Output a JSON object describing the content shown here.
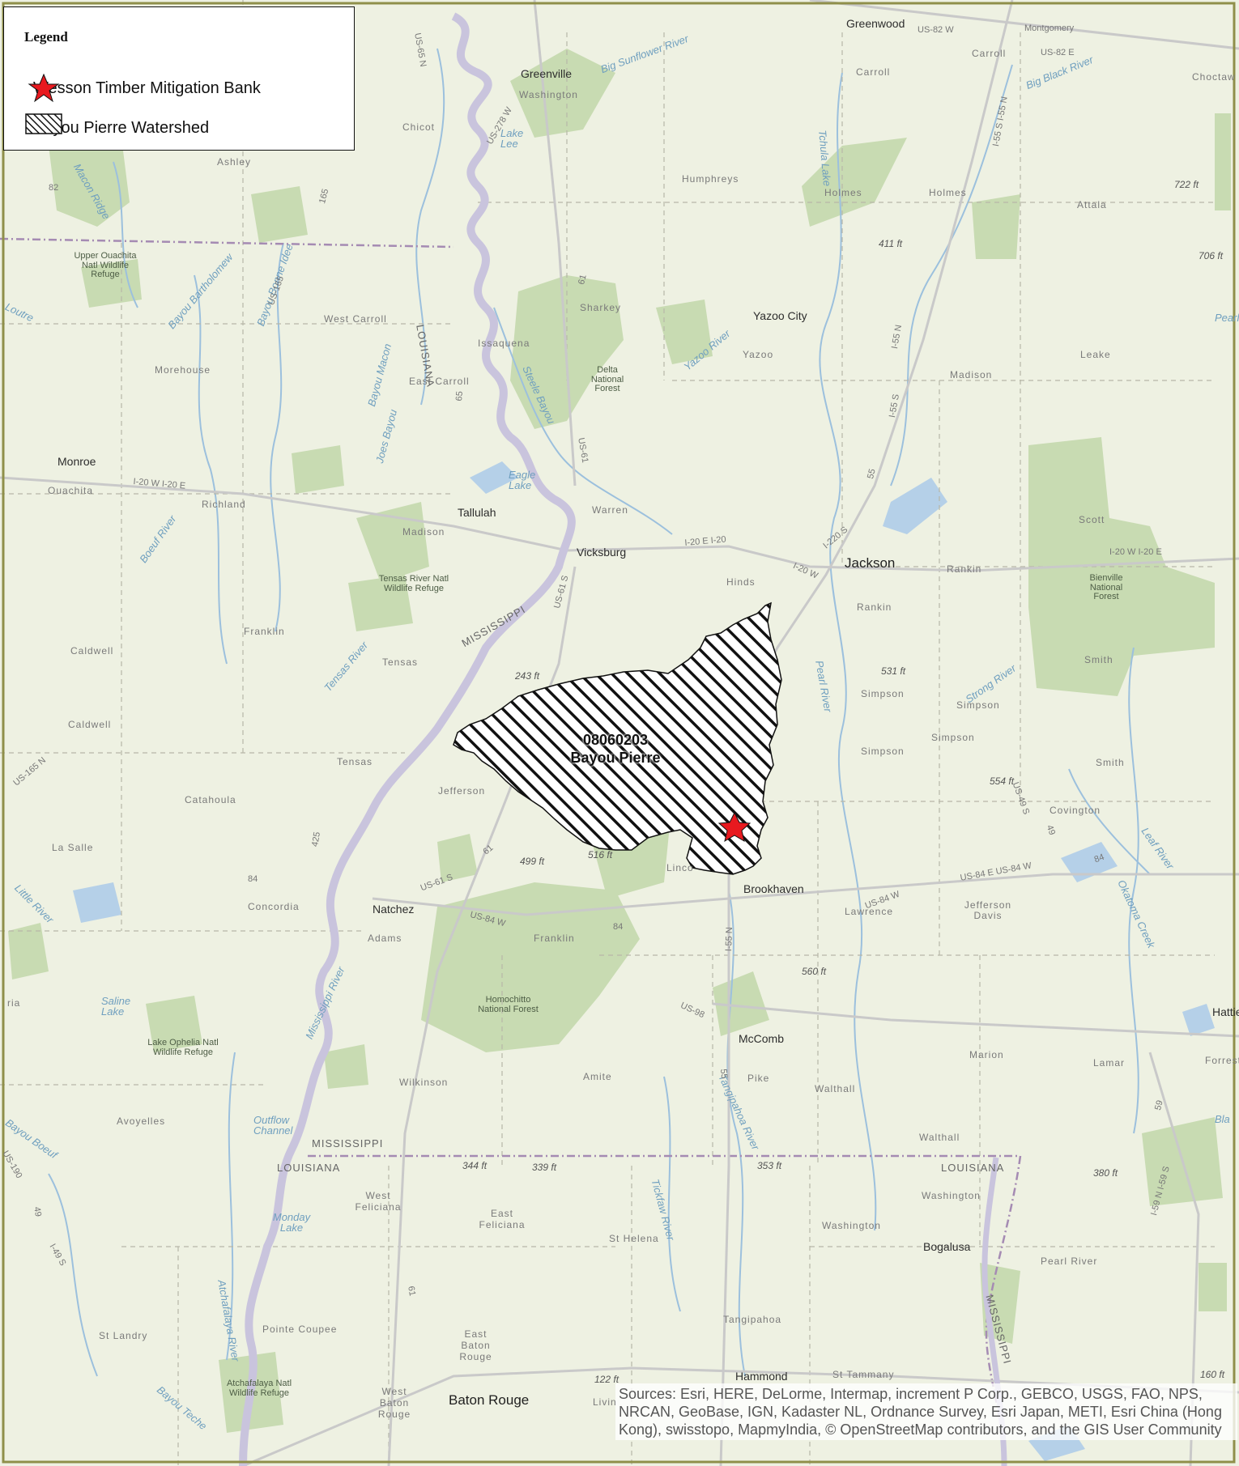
{
  "legend": {
    "title": "Legend",
    "items": [
      {
        "label": "Wesson Timber Mitigation Bank",
        "symbol": "red-star-icon",
        "color": "#e8191f"
      },
      {
        "label": "Bayou Pierre Watershed",
        "symbol": "hatch-pattern-icon"
      }
    ]
  },
  "watershed": {
    "huc": "08060203",
    "name": "Bayou Pierre"
  },
  "site_marker": {
    "name": "Wesson Timber Mitigation Bank",
    "color": "#e8191f"
  },
  "map_labels": {
    "cities": {
      "greenwood": "Greenwood",
      "greenville": "Greenville",
      "yazoo_city": "Yazoo City",
      "monroe": "Monroe",
      "tallulah": "Tallulah",
      "vicksburg": "Vicksburg",
      "jackson": "Jackson",
      "brookhaven": "Brookhaven",
      "natchez": "Natchez",
      "mccomb": "McComb",
      "bogalusa": "Bogalusa",
      "hammond": "Hammond",
      "baton_rouge": "Baton Rouge",
      "hatties": "Hatties"
    },
    "counties": {
      "carroll_ms": "Carroll",
      "carroll_ms2": "Carroll",
      "washington_ms": "Washington",
      "chicot": "Chicot",
      "ashley": "Ashley",
      "humphreys": "Humphreys",
      "holmes": "Holmes",
      "holmes2": "Holmes",
      "attala": "Attala",
      "choctaw": "Choctaw",
      "sharkey": "Sharkey",
      "issaquena": "Issaquena",
      "yazoo": "Yazoo",
      "madison_ms": "Madison",
      "leake": "Leake",
      "west_carroll": "West Carroll",
      "morehouse": "Morehouse",
      "east_carroll": "East Carroll",
      "ouachita": "Ouachita",
      "richland": "Richland",
      "madison_la": "Madison",
      "warren": "Warren",
      "hinds": "Hinds",
      "rankin": "Rankin",
      "rankin2": "Rankin",
      "scott": "Scott",
      "franklin_la": "Franklin",
      "tensas": "Tensas",
      "tensas2": "Tensas",
      "caldwell": "Caldwell",
      "caldwell2": "Caldwell",
      "simpson": "Simpson",
      "simpson2": "Simpson",
      "simpson3": "Simpson",
      "simpson4": "Simpson",
      "smith": "Smith",
      "smith2": "Smith",
      "catahoula": "Catahoula",
      "jefferson": "Jefferson",
      "covington": "Covington",
      "la_salle": "La Salle",
      "lincoln": "Linco",
      "lawrence": "Lawrence",
      "jefferson_davis": "Jefferson Davis",
      "concordia": "Concordia",
      "adams": "Adams",
      "franklin_ms": "Franklin",
      "marion": "Marion",
      "lamar": "Lamar",
      "forrest": "Forrest",
      "amite": "Amite",
      "pike": "Pike",
      "walthall": "Walthall",
      "walthall2": "Walthall",
      "wilkinson": "Wilkinson",
      "avoyelles": "Avoyelles",
      "west_feliciana": "West Feliciana",
      "east_feliciana": "East Feliciana",
      "st_helena": "St Helena",
      "washington_la": "Washington",
      "washington_la2": "Washington",
      "pearl_river": "Pearl River",
      "tangipahoa": "Tangipahoa",
      "pointe_coupee": "Pointe Coupee",
      "st_landry": "St Landry",
      "east_baton_rouge": "East Baton Rouge",
      "west_baton_rouge": "West Baton Rouge",
      "st_tammany": "St Tammany",
      "livingston": "Livin",
      "rapides": "ria"
    },
    "states": {
      "louisiana_vert": "LOUISIANA",
      "mississippi_river": "MISSISSIPPI",
      "mississippi": "MISSISSIPPI",
      "louisiana": "LOUISIANA",
      "louisiana2": "LOUISIANA",
      "mississippi2": "MISSISSIPPI"
    },
    "forests": {
      "upper_ouachita": "Upper Ouachita Natl Wildlife Refuge",
      "delta": "Delta National Forest",
      "tensas_river": "Tensas River Natl Wildlife Refuge",
      "bienville": "Bienville National Forest",
      "homochitto": "Homochitto National Forest",
      "lake_ophelia": "Lake Ophelia Natl Wildlife Refuge",
      "atchafalaya": "Atchafalaya Natl Wildlife Refuge"
    },
    "water": {
      "big_sunflower": "Big Sunflower River",
      "big_black": "Big Black River",
      "tchula_lake": "Tchula Lake",
      "lake_lee": "Lake Lee",
      "yazoo_river": "Yazoo River",
      "steele_bayou": "Steele Bayou",
      "eagle_lake": "Eagle Lake",
      "bayou_bartholomew": "Bayou Bartholomew",
      "bayou_bonne_idee": "Bayou Bonne Idee",
      "bayou_macon": "Bayou Macon",
      "joes_bayou": "Joes Bayou",
      "boeuf_river": "Boeuf River",
      "tensas_river": "Tensas River",
      "pearl_river": "Pearl River",
      "pearl_river2": "Pearl Ri",
      "strong_river": "Strong River",
      "leaf_river": "Leaf River",
      "okatoma_creek": "Okatoma Creek",
      "little_river": "Little River",
      "saline_lake": "Saline Lake",
      "mississippi_river": "Mississippi River",
      "outflow_channel": "Outflow Channel",
      "tangipahoa_river": "Tangipahoa River",
      "tickfaw_river": "Tickfaw River",
      "monday_lake": "Monday Lake",
      "atchafalaya_river": "Atchafalaya River",
      "bayou_teche": "Bayou Teche",
      "bayou_boeuf": "Bayou Boeuf",
      "loutre": "Loutre",
      "bogue_chitto": "Bla",
      "macon_ridge": "Macon Ridge"
    },
    "elevations": {
      "e722": "722 ft",
      "e706": "706 ft",
      "e411": "411 ft",
      "e243": "243 ft",
      "e531": "531 ft",
      "e554": "554 ft",
      "e499": "499 ft",
      "e516": "516 ft",
      "e560": "560 ft",
      "e344": "344 ft",
      "e339": "339 ft",
      "e353": "353 ft",
      "e380": "380 ft",
      "e122": "122 ft",
      "e160": "160 ft"
    },
    "roads": {
      "us82w": "US-82 W",
      "us82e": "US-82 E",
      "montgomery": "Montgomery",
      "us278w": "US-278 W",
      "us65n": "US-65 N",
      "us165": "US-165",
      "r165": "165",
      "r82": "82",
      "i55s_i55n": "I-55 S I-55 N",
      "i55n": "I-55 N",
      "i55s": "I-55 S",
      "r55": "55",
      "r61": "61",
      "us61": "US-61",
      "r65": "65",
      "i20w_i20e": "I-20 W I-20 E",
      "i20e20": "I-20 E I-20",
      "i20w": "I-20 W",
      "i220s": "I-220 S",
      "i20w_i20e_east": "I-20 W I-20 E",
      "us61s": "US-61 S",
      "us61s2": "US-61 S",
      "r61b": "61",
      "us165n": "US-165 N",
      "us49s": "US-49 S",
      "r49": "49",
      "r84": "84",
      "r84b": "84",
      "r84c": "84",
      "us84e_us84w": "US-84 E US-84 W",
      "us84w": "US-84 W",
      "us84w2": "US-84 W",
      "i55n_mid": "I-55 N",
      "us98": "US-98",
      "r55b": "55",
      "r59": "59",
      "i59n_i59s": "I-59 N I-59 S",
      "r425": "425",
      "r49b": "49",
      "r61c": "61",
      "i49s": "I-49 S",
      "us190": "US-190"
    }
  },
  "sources": "Sources: Esri, HERE, DeLorme, Intermap, increment P Corp., GEBCO, USGS, FAO, NPS, NRCAN, GeoBase, IGN, Kadaster NL, Ordnance Survey, Esri Japan, METI, Esri China (Hong Kong), swisstopo, MapmyIndia, © OpenStreetMap contributors, and the GIS User Community",
  "colors": {
    "land": "#eef1e2",
    "forest": "#c8dbb2",
    "water": "#b5d0e8",
    "mississippi_river": "#c9c4dd",
    "border_frame": "#8f8f4a",
    "star": "#e8191f"
  }
}
